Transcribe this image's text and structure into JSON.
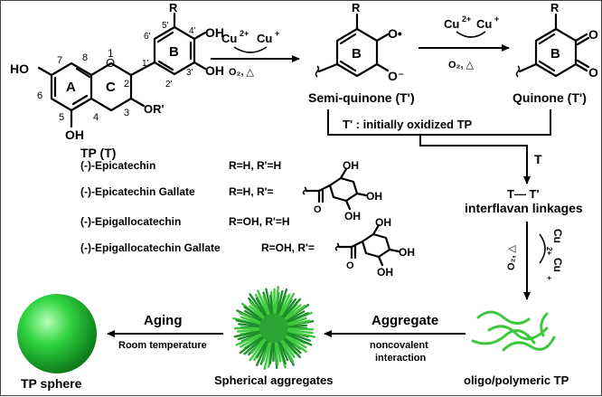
{
  "tp": {
    "label": "TP (T)",
    "ring_a": "A",
    "ring_b": "B",
    "ring_c": "C",
    "ho": "HO",
    "oh": "OH",
    "o": "O",
    "or": "OR'",
    "r": "R",
    "n1": "1",
    "n2": "2",
    "n3": "3",
    "n4": "4",
    "n5": "5",
    "n6": "6",
    "n7": "7",
    "n8": "8",
    "n1p": "1'",
    "n2p": "2'",
    "n3p": "3'",
    "n4p": "4'",
    "n5p": "5'",
    "n6p": "6'"
  },
  "step1": {
    "cu_left": "Cu",
    "cu_right": "Cu",
    "sup_left": "2+",
    "sup_right": "+",
    "cond": "O₂, △"
  },
  "semiquinone": {
    "label": "Semi-quinone (T')",
    "ring": "B",
    "r": "R",
    "o_radical": "O•",
    "o_minus": "O⁻"
  },
  "step2": {
    "cu_left": "Cu",
    "cu_right": "Cu",
    "sup_left": "2+",
    "sup_right": "+",
    "cond": "O₂, △"
  },
  "quinone": {
    "label": "Quinone (T')",
    "ring": "B",
    "r": "R",
    "o1": "O",
    "o2": "O"
  },
  "note": "T' : initially oxidized TP",
  "t_add": "T",
  "linkage": {
    "formula": "T— T'",
    "label": "interflavan linkages"
  },
  "step3": {
    "cond": "O₂, △",
    "cu_a": "Cu",
    "sup_a": "2+",
    "cu_b": "Cu",
    "sup_b": "+"
  },
  "compounds": [
    {
      "name": "(-)-Epicatechin",
      "sub": "R=H, R'=H"
    },
    {
      "name": "(-)-Epicatechin Gallate",
      "sub": "R=H, R'="
    },
    {
      "name": "(-)-Epigallocatechin",
      "sub": "R=OH, R'=H"
    },
    {
      "name": "(-)-Epigallocatechin Gallate",
      "sub": "R=OH, R'="
    }
  ],
  "galloyl_oh": "OH",
  "galloyl_o": "O",
  "bottom": {
    "polymer": "oligo/polymeric TP",
    "aggregate_title": "Aggregate",
    "aggregate_sub1": "noncovalent",
    "aggregate_sub2": "interaction",
    "spherical": "Spherical aggregates",
    "aging_title": "Aging",
    "aging_sub": "Room temperature",
    "sphere": "TP sphere"
  },
  "colors": {
    "sphere": "#22c83a",
    "fiber": "#3ec83e",
    "ink": "#000000"
  }
}
